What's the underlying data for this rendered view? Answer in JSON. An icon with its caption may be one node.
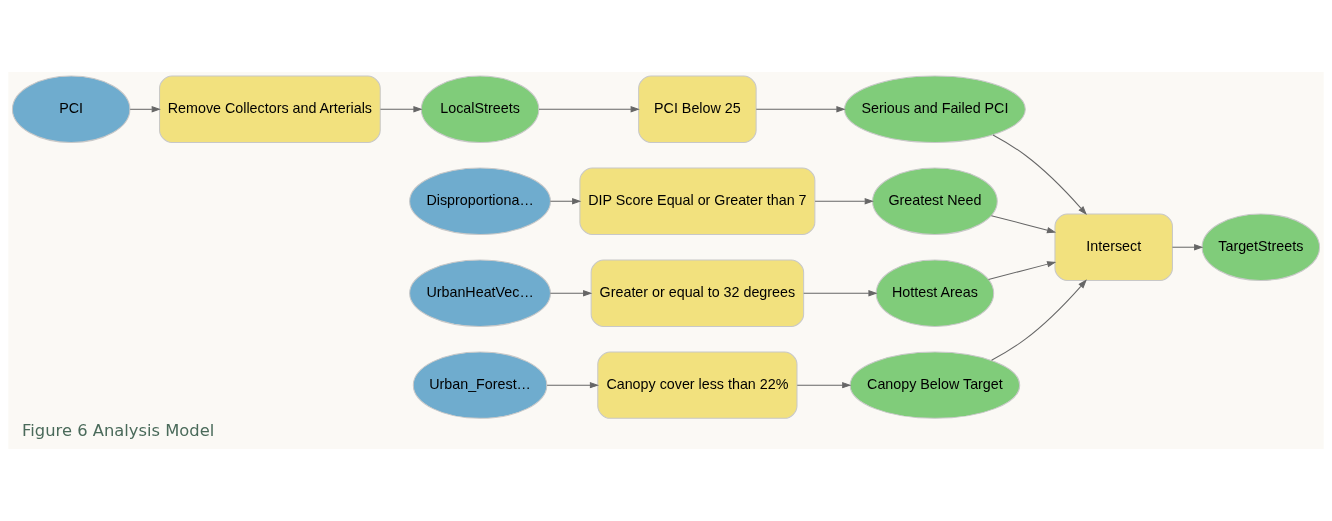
{
  "diagram": {
    "caption": "Figure 6 Analysis Model",
    "nodes": [
      {
        "text": [
          "PCI"
        ]
      },
      {
        "text": [
          "Remove Collectors and Arterials"
        ]
      },
      {
        "text": [
          "LocalStreets"
        ]
      },
      {
        "text": [
          "PCI Below 25"
        ]
      },
      {
        "text": [
          "Serious and Failed PCI"
        ]
      },
      {
        "text": [
          "Disproportiona…"
        ]
      },
      {
        "text": [
          "DIP Score Equal or Greater than 7"
        ]
      },
      {
        "text": [
          "Greatest Need"
        ]
      },
      {
        "text": [
          "Intersect"
        ]
      },
      {
        "text": [
          "TargetStreets"
        ]
      },
      {
        "text": [
          "UrbanHeatVec…"
        ]
      },
      {
        "text": [
          "Greater or equal to 32 degrees"
        ]
      },
      {
        "text": [
          "Hottest Areas"
        ]
      },
      {
        "text": [
          "Urban_Forest…"
        ]
      },
      {
        "text": [
          "Canopy cover less than 22%"
        ]
      },
      {
        "text": [
          "Canopy Below Target"
        ]
      }
    ],
    "edges": [
      {
        "from": 0,
        "to": 1,
        "arrow": "to"
      },
      {
        "from": 1,
        "to": 2,
        "arrow": "to"
      },
      {
        "from": 2,
        "to": 3,
        "arrow": "to"
      },
      {
        "from": 3,
        "to": 4,
        "arrow": "to"
      },
      {
        "from": 4,
        "to": 8,
        "arrow": "to"
      },
      {
        "from": 5,
        "to": 6,
        "arrow": "to"
      },
      {
        "from": 6,
        "to": 7,
        "arrow": "to"
      },
      {
        "from": 7,
        "to": 8,
        "arrow": "to"
      },
      {
        "from": 8,
        "to": 9,
        "arrow": "to"
      },
      {
        "from": 10,
        "to": 11,
        "arrow": "to"
      },
      {
        "from": 11,
        "to": 12,
        "arrow": "to"
      },
      {
        "from": 12,
        "to": 8,
        "arrow": "to"
      },
      {
        "from": 13,
        "to": 14,
        "arrow": "to"
      },
      {
        "from": 14,
        "to": 15,
        "arrow": "to"
      },
      {
        "from": 15,
        "to": 8,
        "arrow": "to"
      }
    ]
  }
}
